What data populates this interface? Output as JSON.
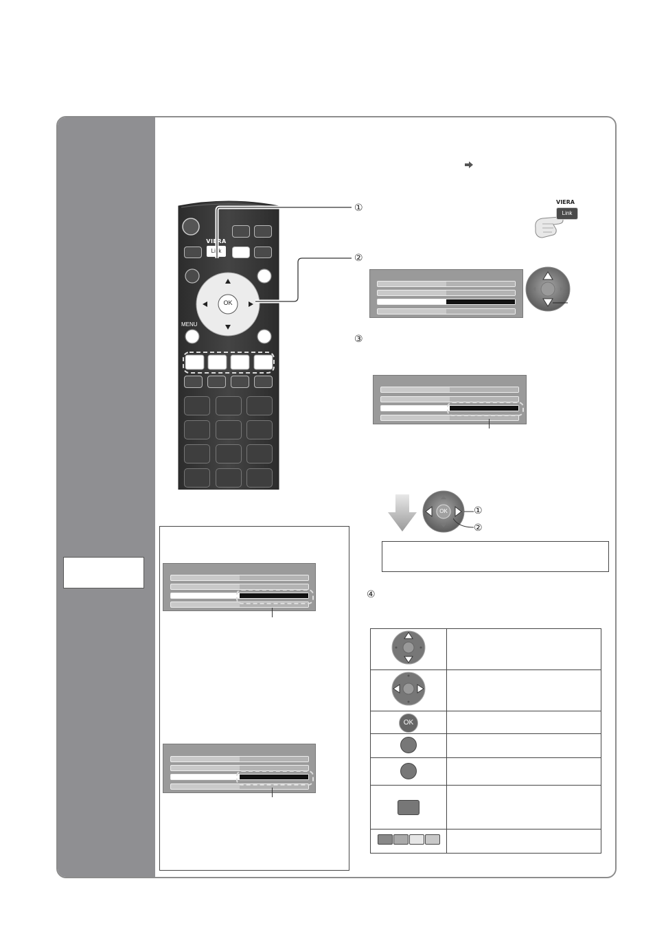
{
  "arrow_icon": "right-arrow-icon",
  "remote": {
    "viera_logo": "VIERA",
    "link_label": "Link",
    "ok_label": "OK",
    "menu_label": "MENU"
  },
  "steps": {
    "s1": "①",
    "s2": "②",
    "s3": "③",
    "s4": "④"
  },
  "viera_link_icon": {
    "logo": "VIERA",
    "label": "Link"
  },
  "nav_ok_label": "OK",
  "nav_callout_1": "①",
  "nav_callout_2": "②",
  "legend": {
    "ok_label": "OK",
    "rows": [
      "",
      "",
      "",
      "",
      "",
      "",
      ""
    ]
  },
  "colors": {
    "sidebar": "#8f8f92",
    "remote_body": "#3a3a3a",
    "button_dark": "#4a4a4a"
  }
}
